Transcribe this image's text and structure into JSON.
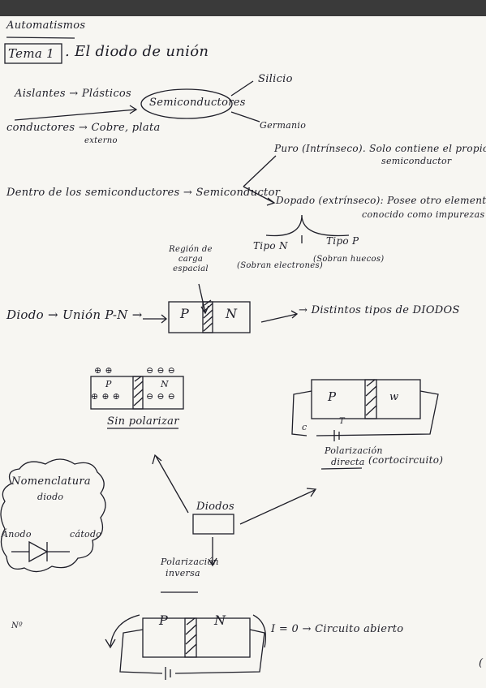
{
  "subject": "Automatismos",
  "tema": "Tema 1",
  "title": ". El diodo de unión",
  "aislantes": "Aislantes → Plásticos",
  "conductores": "conductores → Cobre, plata",
  "externo": "externo",
  "semiconductores": "Semiconductores",
  "silicio": "Silicio",
  "germanio": "Germanio",
  "dentro": "Dentro de los semiconductores → Semiconductor",
  "puro": "Puro (Intrínseco). Solo contiene el propio",
  "puro_2": "semiconductor",
  "dopado": "Dopado (extrínseco): Posee otro elemento",
  "dopado_2": "conocido como impurezas",
  "tipo_n": "Tipo N",
  "tipo_n_sub": "(Sobran electrones)",
  "tipo_p": "Tipo P",
  "tipo_p_sub": "(Sobran huecos)",
  "region": "Región de carga espacial",
  "diodo_union": "Diodo → Unión P-N →",
  "label_p": "P",
  "label_n": "N",
  "distintos": "→ Distintos tipos de DIODOS",
  "sin_polarizar": "Sin polarizar",
  "pol_directa_1": "Polarización",
  "pol_directa_2": "directa",
  "cortocircuito": "(cortocircuito)",
  "nomenclatura_1": "Nomenclatura",
  "nomenclatura_2": "diodo",
  "anodo": "Ánodo",
  "catodo": "cátodo",
  "diodos_center": "Diodos",
  "pol_inversa_1": "Polarización",
  "pol_inversa_2": "inversa",
  "i_cero": "I = 0 → Circuito abierto",
  "label_w": "w",
  "label_c": "c",
  "label_t": "T",
  "corner": "(",
  "side_note": "Nº"
}
